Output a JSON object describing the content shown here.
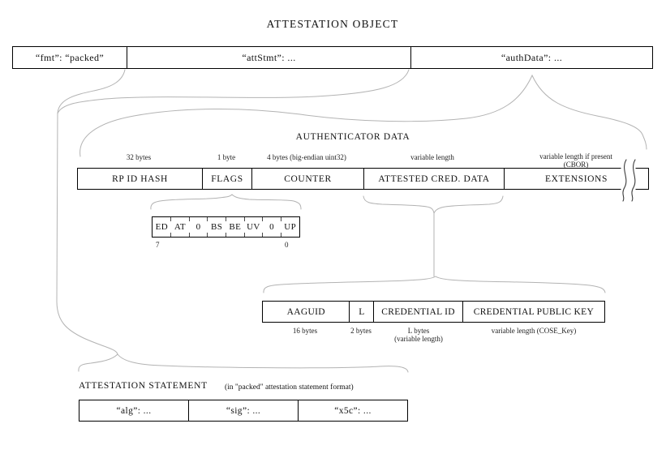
{
  "title": "ATTESTATION OBJECT",
  "top_row": {
    "cells": [
      "“fmt”: “packed”",
      "“attStmt”: ...",
      "“authData”: ..."
    ]
  },
  "authenticator_data": {
    "heading": "AUTHENTICATOR DATA",
    "fields": [
      {
        "name": "RP ID HASH",
        "size": "32 bytes"
      },
      {
        "name": "FLAGS",
        "size": "1 byte"
      },
      {
        "name": "COUNTER",
        "size": "4 bytes (big-endian uint32)"
      },
      {
        "name": "ATTESTED CRED. DATA",
        "size": "variable length"
      },
      {
        "name": "EXTENSIONS",
        "size": "variable length if present (CBOR)"
      }
    ]
  },
  "flags_bits": {
    "bits": [
      "ED",
      "AT",
      "0",
      "BS",
      "BE",
      "UV",
      "0",
      "UP"
    ],
    "msb": "7",
    "lsb": "0"
  },
  "attested_cred_data": {
    "fields": [
      {
        "name": "AAGUID",
        "size": "16 bytes"
      },
      {
        "name": "L",
        "size": "2 bytes"
      },
      {
        "name": "CREDENTIAL ID",
        "size": "L bytes\n(variable length)"
      },
      {
        "name": "CREDENTIAL PUBLIC KEY",
        "size": "variable length (COSE_Key)"
      }
    ]
  },
  "attestation_statement": {
    "heading": "ATTESTATION STATEMENT",
    "note": "(in \"packed\" attestation statement format)",
    "cells": [
      "“alg”: ...",
      "“sig”: ...",
      "“x5c”: ..."
    ]
  },
  "colors": {
    "box_border": "#000000",
    "brace": "#b3b3b3",
    "tear": "#3a3a3a",
    "text": "#111111",
    "background": "#ffffff"
  }
}
